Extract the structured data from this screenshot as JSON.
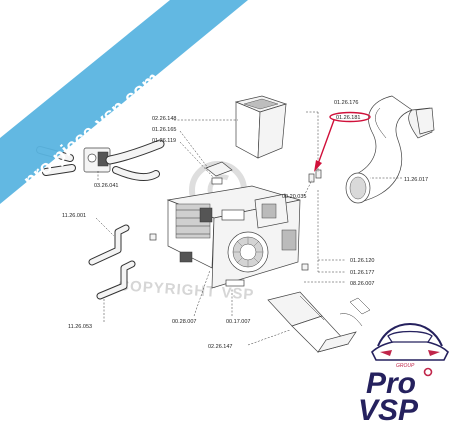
{
  "banner": {
    "text": "pro-piece-vsp.com",
    "color": "#5ab4e0"
  },
  "watermark": {
    "text": "COPYRIGHT VSP"
  },
  "logo": {
    "line1": "Pro",
    "line2": "VSP",
    "group": "GROUP",
    "accent": "#c0254a",
    "primary": "#25215e"
  },
  "highlight_color": "#d0103a",
  "part_labels": [
    {
      "id": "l1",
      "text": "01.26.176"
    },
    {
      "id": "l2",
      "text": "01.26.181"
    },
    {
      "id": "l3",
      "text": "11.26.017"
    },
    {
      "id": "l4",
      "text": "02.26.148"
    },
    {
      "id": "l5",
      "text": "01.26.165"
    },
    {
      "id": "l6",
      "text": "01.26.119"
    },
    {
      "id": "l7",
      "text": "03.26.041"
    },
    {
      "id": "l8",
      "text": "00.20.035"
    },
    {
      "id": "l9",
      "text": "11.26.001"
    },
    {
      "id": "l10",
      "text": "01.26.120"
    },
    {
      "id": "l11",
      "text": "01.26.177"
    },
    {
      "id": "l12",
      "text": "08.26.007"
    },
    {
      "id": "l13",
      "text": "11.26.053"
    },
    {
      "id": "l14",
      "text": "00.28.007"
    },
    {
      "id": "l15",
      "text": "00.17.007"
    },
    {
      "id": "l16",
      "text": "02.26.147"
    }
  ]
}
